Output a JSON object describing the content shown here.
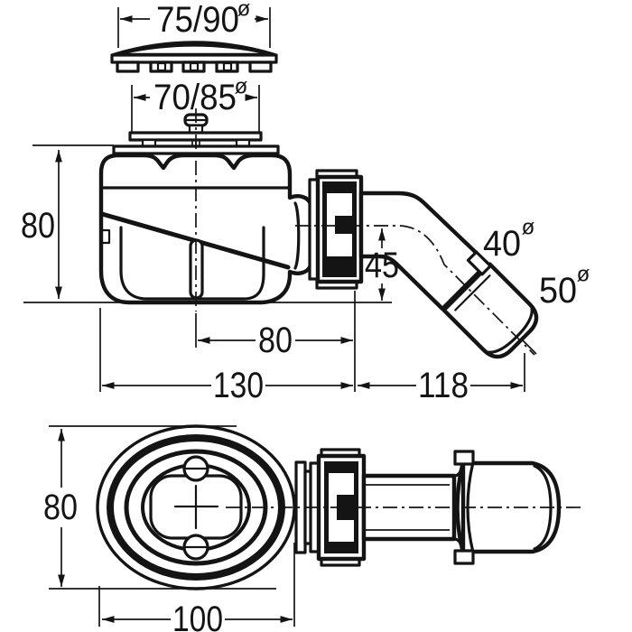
{
  "meta": {
    "type": "technical-drawing",
    "subject": "shower tray drain trap, two orthographic views",
    "background_color": "#ffffff",
    "line_color": "#141414"
  },
  "dims": {
    "cover_plate": {
      "value": "75/90",
      "dia": "ø"
    },
    "flange": {
      "value": "70/85",
      "dia": "ø"
    },
    "body_height": {
      "value": "80"
    },
    "outlet_centre_drop": {
      "value": "45"
    },
    "outlet_pipe_dia": {
      "value": "40",
      "dia": "ø"
    },
    "outlet_sleeve_dia": {
      "value": "50",
      "dia": "ø"
    },
    "centre_to_nut": {
      "value": "80"
    },
    "overall_length": {
      "value": "130"
    },
    "outlet_projection": {
      "value": "118"
    },
    "plan_height": {
      "value": "80"
    },
    "plan_width": {
      "value": "100"
    }
  }
}
